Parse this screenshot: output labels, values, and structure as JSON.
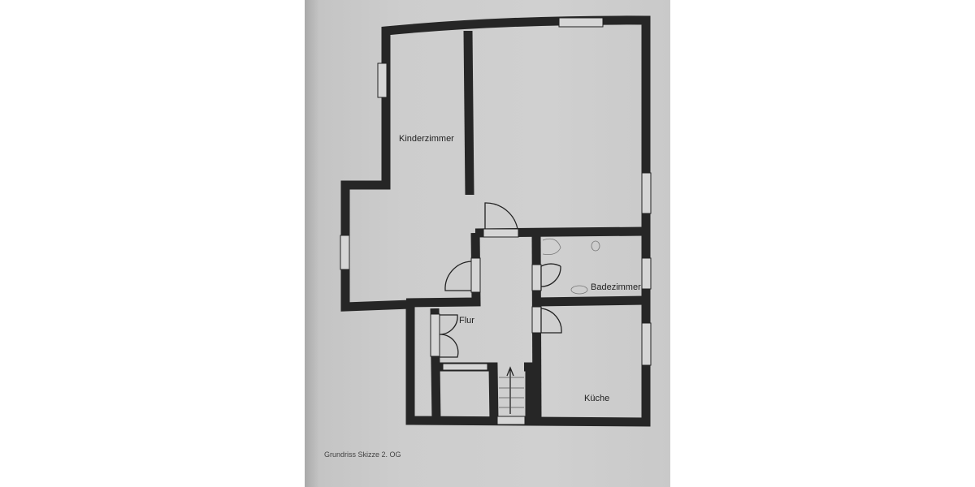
{
  "floorplan": {
    "rooms": {
      "kinderzimmer": "Kinderzimmer",
      "flur": "Flur",
      "badezimmer": "Badezimmer",
      "kueche": "Küche"
    },
    "caption": "Grundriss Skizze 2. OG",
    "colors": {
      "wall": "#262626",
      "paper": "#cdcdcd",
      "background": "#ffffff"
    }
  }
}
